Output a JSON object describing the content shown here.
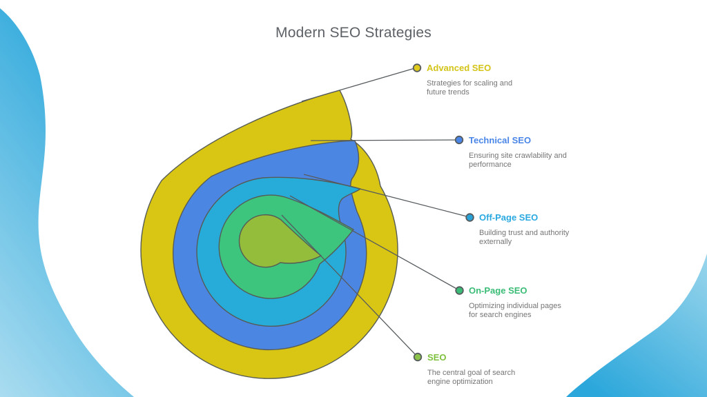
{
  "title": {
    "text": "Modern SEO Strategies",
    "color": "#5d6166"
  },
  "outline_color": "#565b55",
  "connector_color": "#565b5e",
  "description_color": "#757575",
  "background_color": "#ffffff",
  "decorative_waves": {
    "left_light": "#aadcf0",
    "left_dark": "#2ba7db",
    "right_light": "#9ad5ec",
    "right_dark": "#2ba7db"
  },
  "layers": [
    {
      "label": "Advanced SEO",
      "description": "Strategies for scaling and\nfuture trends",
      "fill": "#d9c513",
      "dot_color": "#e0cb1c",
      "text_color": "#d3c417"
    },
    {
      "label": "Technical SEO",
      "description": "Ensuring site crawlability and\nperformance",
      "fill": "#4c86e3",
      "dot_color": "#4a86e8",
      "text_color": "#4a86e8"
    },
    {
      "label": "Off-Page SEO",
      "description": "Building trust and authority\nexternally",
      "fill": "#27acd9",
      "dot_color": "#29a3d7",
      "text_color": "#29a9e0"
    },
    {
      "label": "On-Page SEO",
      "description": "Optimizing individual pages\nfor search engines",
      "fill": "#3dc47d",
      "dot_color": "#3abc76",
      "text_color": "#3abc76"
    },
    {
      "label": "SEO",
      "description": "The central goal of search\nengine optimization",
      "fill": "#94bd3c",
      "dot_color": "#8bc34a",
      "text_color": "#7ec03e"
    }
  ]
}
